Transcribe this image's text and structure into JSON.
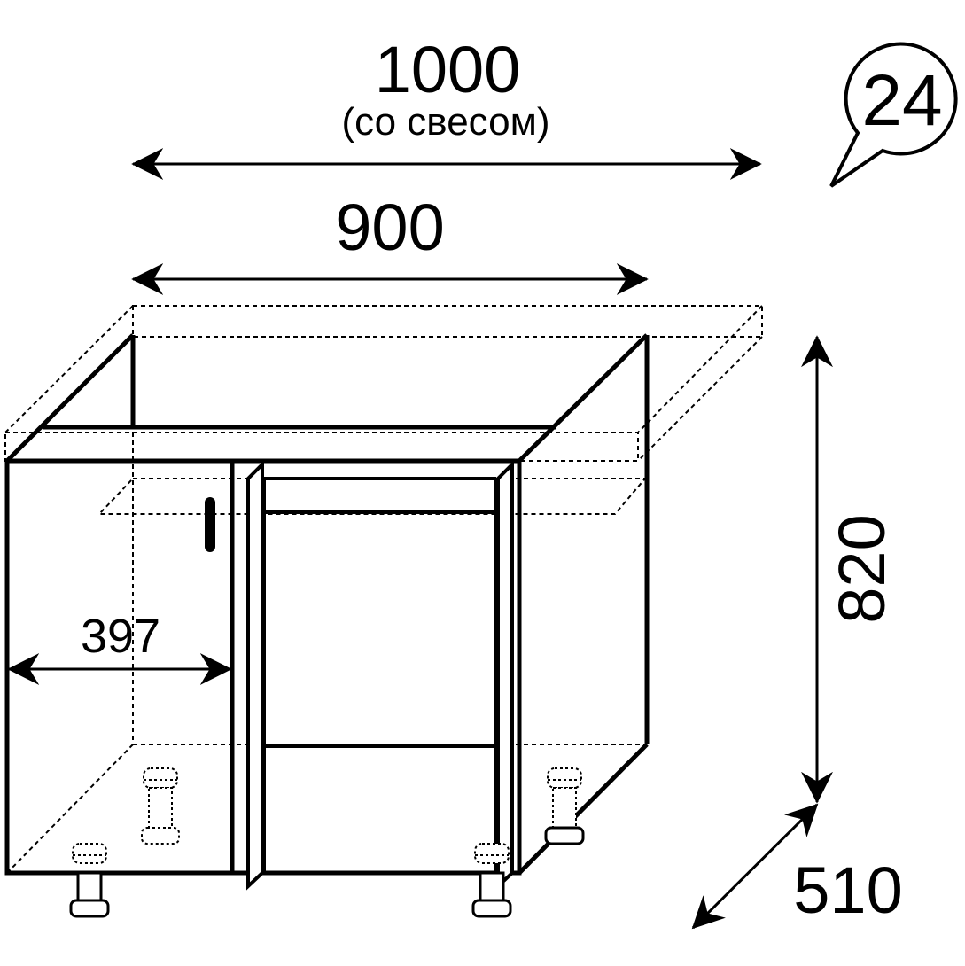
{
  "badge": {
    "number": "24"
  },
  "dimensions": {
    "total_width": {
      "value": "1000",
      "note": "(со свесом)"
    },
    "body_width": {
      "value": "900"
    },
    "height": {
      "value": "820"
    },
    "depth": {
      "value": "510"
    },
    "side_width": {
      "value": "397"
    }
  },
  "colors": {
    "line": "#000000",
    "background": "#ffffff"
  }
}
